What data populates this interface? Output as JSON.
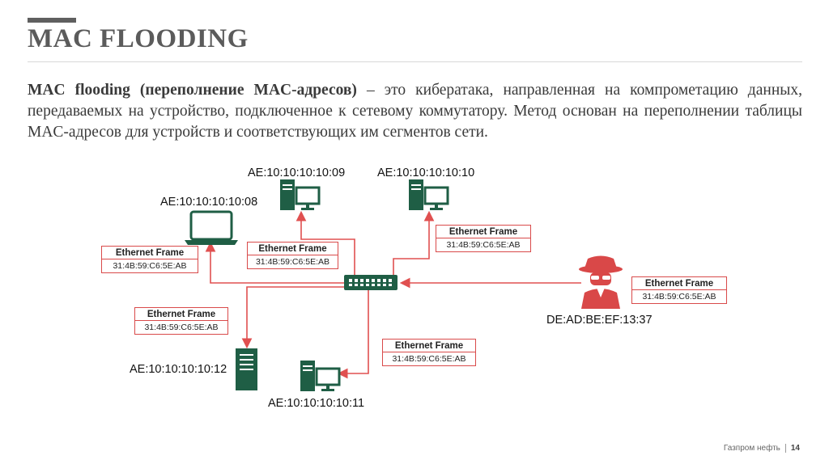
{
  "header": {
    "title": "MAC FLOODING"
  },
  "intro": {
    "term": "MAC flooding (переполнение MAC-адресов)",
    "text": " – это кибератака, направленная на компрометацию данных, передаваемых на устройство, подключенное к сетевому коммутатору. Метод основан на переполнении таблицы MAC-адресов для устройств и соответствующих им сегментов сети."
  },
  "diagram": {
    "hosts": {
      "laptop": "AE:10:10:10:10:08",
      "pc_09": "AE:10:10:10:10:09",
      "pc_10": "AE:10:10:10:10:10",
      "server_12": "AE:10:10:10:10:12",
      "pc_11": "AE:10:10:10:10:11",
      "attacker": "DE:AD:BE:EF:13:37"
    },
    "frame": {
      "title": "Ethernet Frame",
      "mac": "31:4B:59:C6:5E:AB"
    },
    "colors": {
      "arrow": "#e05050",
      "device": "#1f5e45",
      "attacker": "#d94848"
    }
  },
  "footer": {
    "company": "Газпром нефть",
    "page": "14"
  }
}
